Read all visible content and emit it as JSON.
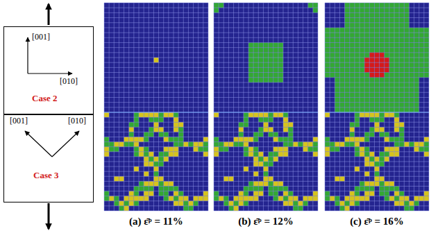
{
  "diagram": {
    "nodes": [
      {
        "text": [
          "[001]",
          "[010]",
          "Case 2"
        ]
      },
      {
        "text": [
          "[001]",
          "[010]",
          "Case 3"
        ]
      }
    ],
    "labels": [
      "(a) ε̄ᵖ = 11%",
      "(b) ε̄ᵖ = 12%",
      "(c) ε̄ᵖ = 16%"
    ]
  }
}
